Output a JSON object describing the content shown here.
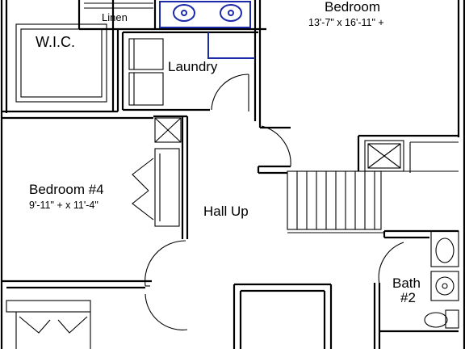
{
  "rooms": {
    "wic": "W.I.C.",
    "linen": "Linen",
    "laundry": "Laundry",
    "bedroom_top": "Bedroom",
    "bedroom_top_dims": "13'-7\" x 16'-11\" +",
    "bedroom4": "Bedroom #4",
    "bedroom4_dims": "9'-11\" + x 11'-4\"",
    "hall": "Hall Up",
    "bath2_line1": "Bath",
    "bath2_line2": "#2"
  },
  "colors": {
    "line": "#000000",
    "accent": "#1a2aa8",
    "background": "#ffffff"
  }
}
